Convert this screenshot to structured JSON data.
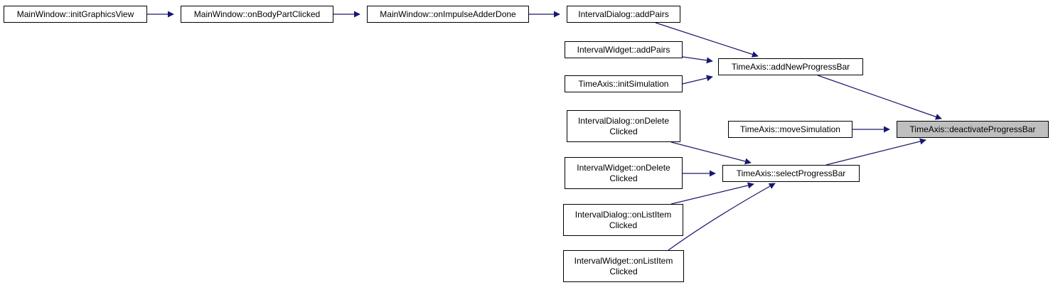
{
  "colors": {
    "edge": "#191970",
    "focus_fill": "#bfbfbf",
    "border": "#000000"
  },
  "nodes": [
    {
      "id": "n1",
      "lines": [
        "MainWindow::initGraphicsView"
      ]
    },
    {
      "id": "n2",
      "lines": [
        "MainWindow::onBodyPartClicked"
      ]
    },
    {
      "id": "n3",
      "lines": [
        "MainWindow::onImpulseAdderDone"
      ]
    },
    {
      "id": "n4",
      "lines": [
        "IntervalDialog::addPairs"
      ]
    },
    {
      "id": "n5",
      "lines": [
        "IntervalWidget::addPairs"
      ]
    },
    {
      "id": "n6",
      "lines": [
        "TimeAxis::initSimulation"
      ]
    },
    {
      "id": "n7",
      "lines": [
        "TimeAxis::addNewProgressBar"
      ]
    },
    {
      "id": "n8",
      "lines": [
        "IntervalDialog::onDelete",
        "Clicked"
      ]
    },
    {
      "id": "n9",
      "lines": [
        "TimeAxis::moveSimulation"
      ]
    },
    {
      "id": "n10",
      "lines": [
        "TimeAxis::deactivateProgressBar"
      ],
      "focus": true
    },
    {
      "id": "n11",
      "lines": [
        "IntervalWidget::onDelete",
        "Clicked"
      ]
    },
    {
      "id": "n12",
      "lines": [
        "TimeAxis::selectProgressBar"
      ]
    },
    {
      "id": "n13",
      "lines": [
        "IntervalDialog::onListItem",
        "Clicked"
      ]
    },
    {
      "id": "n14",
      "lines": [
        "IntervalWidget::onListItem",
        "Clicked"
      ]
    }
  ],
  "edges": [
    {
      "from": "n1",
      "to": "n2"
    },
    {
      "from": "n2",
      "to": "n3"
    },
    {
      "from": "n3",
      "to": "n4"
    },
    {
      "from": "n4",
      "to": "n7"
    },
    {
      "from": "n5",
      "to": "n7"
    },
    {
      "from": "n6",
      "to": "n7"
    },
    {
      "from": "n7",
      "to": "n10"
    },
    {
      "from": "n9",
      "to": "n10"
    },
    {
      "from": "n12",
      "to": "n10"
    },
    {
      "from": "n8",
      "to": "n12"
    },
    {
      "from": "n11",
      "to": "n12"
    },
    {
      "from": "n13",
      "to": "n12"
    },
    {
      "from": "n14",
      "to": "n12"
    }
  ]
}
